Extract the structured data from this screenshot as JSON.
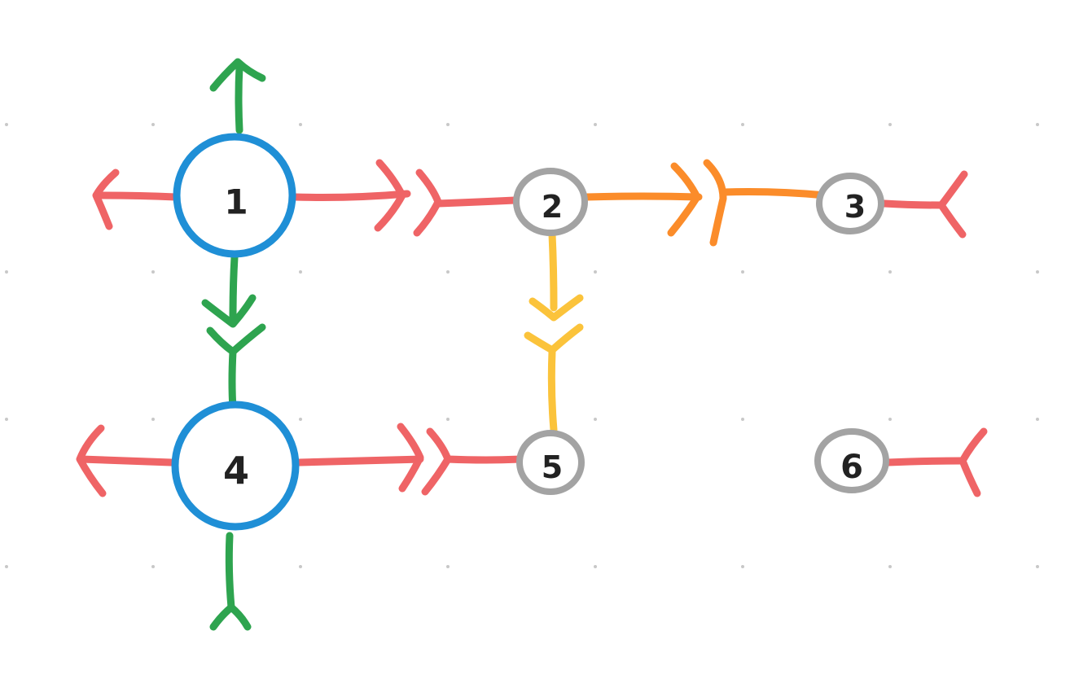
{
  "diagram": {
    "type": "hand-drawn graph",
    "nodes": [
      {
        "id": "n1",
        "label": "1",
        "style": "large",
        "color": "#1f8fd6"
      },
      {
        "id": "n2",
        "label": "2",
        "style": "small",
        "color": "#a3a3a3"
      },
      {
        "id": "n3",
        "label": "3",
        "style": "small",
        "color": "#a3a3a3"
      },
      {
        "id": "n4",
        "label": "4",
        "style": "large",
        "color": "#1f8fd6"
      },
      {
        "id": "n5",
        "label": "5",
        "style": "small",
        "color": "#a3a3a3"
      },
      {
        "id": "n6",
        "label": "6",
        "style": "small",
        "color": "#a3a3a3"
      }
    ],
    "edges": [
      {
        "id": "e1-up",
        "from": "n1",
        "to": "up",
        "color": "#2ea44f",
        "end_marker": "open-arrow"
      },
      {
        "id": "e1-left",
        "from": "n1",
        "to": "left",
        "color": "#ef6466",
        "end_marker": "open-arrow"
      },
      {
        "id": "e1-2",
        "from": "n1",
        "to": "n2",
        "color": "#ef6466",
        "end_marker": "arrow-to-fork"
      },
      {
        "id": "e2-3",
        "from": "n2",
        "to": "n3",
        "color": "#fb8c2a",
        "end_marker": "arrow-to-fork"
      },
      {
        "id": "e3-right",
        "from": "n3",
        "to": "right",
        "color": "#ef6466",
        "end_marker": "fork"
      },
      {
        "id": "e1-4",
        "from": "n1",
        "to": "n4",
        "color": "#2ea44f",
        "end_marker": "arrow-to-fork"
      },
      {
        "id": "e2-5",
        "from": "n2",
        "to": "n5",
        "color": "#fbc33b",
        "end_marker": "arrow-to-fork"
      },
      {
        "id": "e4-left",
        "from": "n4",
        "to": "left",
        "color": "#ef6466",
        "end_marker": "open-arrow"
      },
      {
        "id": "e4-5",
        "from": "n4",
        "to": "n5",
        "color": "#ef6466",
        "end_marker": "arrow-to-fork"
      },
      {
        "id": "e4-down",
        "from": "n4",
        "to": "down",
        "color": "#2ea44f",
        "end_marker": "fork"
      },
      {
        "id": "e6-right",
        "from": "n6",
        "to": "right",
        "color": "#ef6466",
        "end_marker": "fork"
      }
    ],
    "background": {
      "grid": "dotted",
      "dot_color": "#c8c8c8"
    }
  }
}
